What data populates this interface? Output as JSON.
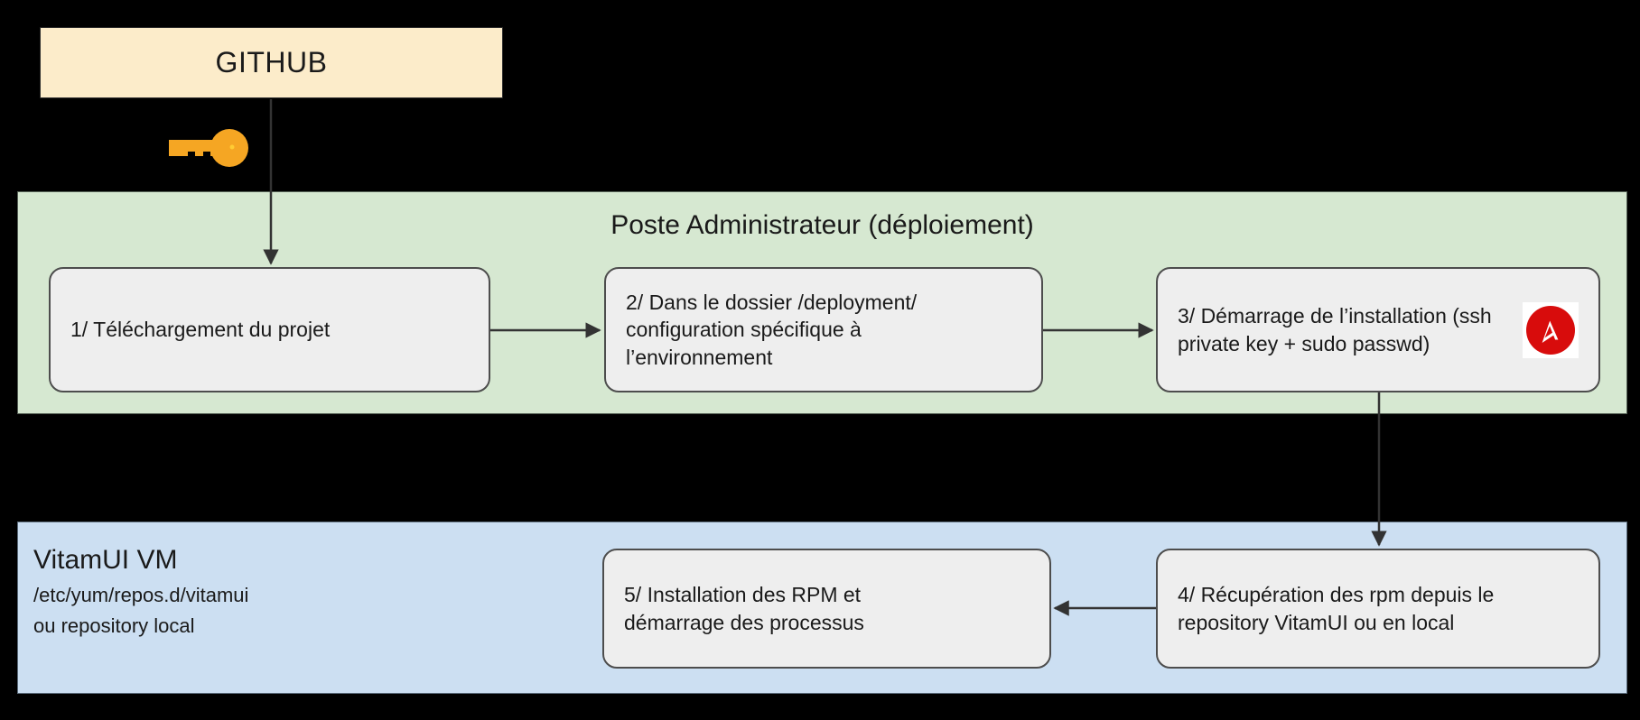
{
  "diagram": {
    "title_source": "GITHUB",
    "source_box": {
      "label": "GITHUB"
    },
    "credential_icon": "key-icon",
    "zones": [
      {
        "id": "admin-zone",
        "title": "Poste Administrateur (déploiement)",
        "color": "#d6e8d1"
      },
      {
        "id": "vitamui-vm-zone",
        "title": "VitamUI VM",
        "subtitle_line1": "/etc/yum/repos.d/vitamui",
        "subtitle_line2": "ou repository local",
        "color": "#ccdff2"
      }
    ],
    "steps": [
      {
        "id": "step-1",
        "text": "1/ Téléchargement du projet"
      },
      {
        "id": "step-2",
        "text": "2/ Dans le dossier /deployment/\nconfiguration spécifique à\nl’environnement"
      },
      {
        "id": "step-3",
        "text": "3/  Démarrage de l’installation  (ssh\nprivate key + sudo passwd)",
        "badge": "ansible-logo",
        "badge_letter": "A"
      },
      {
        "id": "step-4",
        "text": "4/  Récupération des rpm depuis le\nrepository VitamUI ou en local"
      },
      {
        "id": "step-5",
        "text": "5/  Installation des RPM et\ndémarrage des processus"
      }
    ],
    "connectors": [
      {
        "id": "github-to-step1",
        "from": "GITHUB",
        "to": "step-1",
        "direction": "down"
      },
      {
        "id": "step1-to-step2",
        "from": "step-1",
        "to": "step-2",
        "direction": "right"
      },
      {
        "id": "step2-to-step3",
        "from": "step-2",
        "to": "step-3",
        "direction": "right"
      },
      {
        "id": "step3-to-step4",
        "from": "step-3",
        "to": "step-4",
        "direction": "down"
      },
      {
        "id": "step4-to-step5",
        "from": "step-4",
        "to": "step-5",
        "direction": "left"
      }
    ],
    "colors": {
      "background": "#000000",
      "source_fill": "#fcecca",
      "admin_zone_fill": "#d6e8d1",
      "vm_zone_fill": "#ccdff2",
      "box_fill": "#eeeeee",
      "box_border": "#4d4d4d",
      "key_fill": "#f5a623",
      "ansible_red": "#d80c0c",
      "text": "#1a1a1a"
    }
  }
}
